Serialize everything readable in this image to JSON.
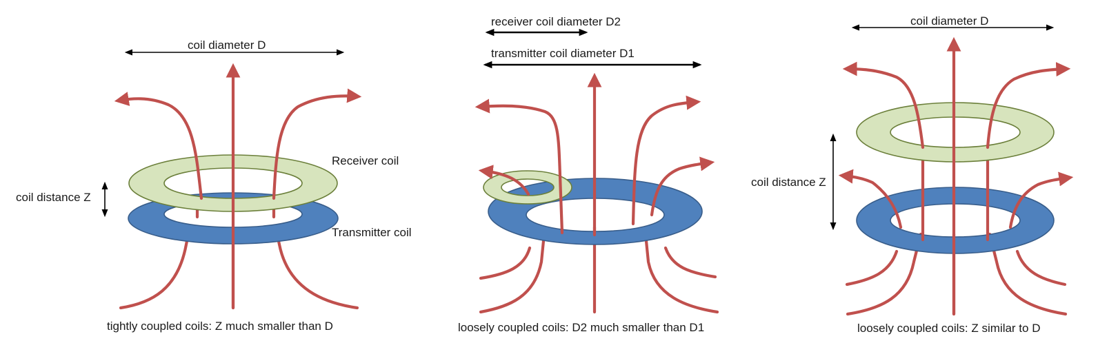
{
  "panels": [
    {
      "diameter_label": "coil diameter  D",
      "distance_label": "coil distance Z",
      "receiver_label": "Receiver  coil",
      "transmitter_label": "Transmitter coil",
      "caption": "tightly coupled coils: Z much smaller than D"
    },
    {
      "receiver_diameter_label": "receiver  coil diameter D2",
      "transmitter_diameter_label": "transmitter coil diameter D1",
      "caption": "loosely coupled coils: D2 much smaller than D1"
    },
    {
      "diameter_label": "coil diameter D",
      "distance_label": "coil distance Z",
      "caption": "loosely coupled coils: Z similar to D"
    }
  ],
  "colors": {
    "field_lines": "#c0504d",
    "receiver_coil": "#d7e4bd",
    "transmitter_coil": "#4f81bd",
    "dimension_arrows": "#000000"
  }
}
